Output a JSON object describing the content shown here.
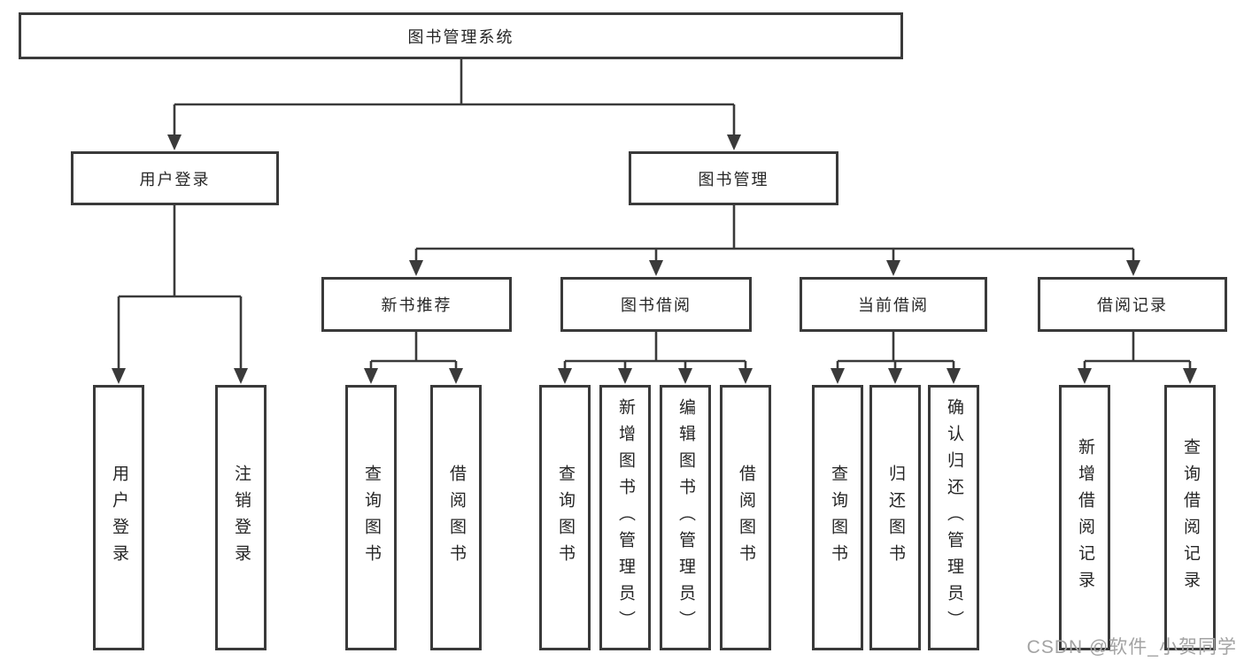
{
  "tree": {
    "root": {
      "label": "图书管理系统"
    },
    "branches": [
      {
        "label": "用户登录",
        "children": [
          {
            "label": "用户登录"
          },
          {
            "label": "注销登录"
          }
        ]
      },
      {
        "label": "图书管理",
        "groups": [
          {
            "label": "新书推荐",
            "children": [
              {
                "label": "查询图书"
              },
              {
                "label": "借阅图书"
              }
            ]
          },
          {
            "label": "图书借阅",
            "children": [
              {
                "label": "查询图书"
              },
              {
                "label": "新增图书（管理员）"
              },
              {
                "label": "编辑图书（管理员）"
              },
              {
                "label": "借阅图书"
              }
            ]
          },
          {
            "label": "当前借阅",
            "children": [
              {
                "label": "查询图书"
              },
              {
                "label": "归还图书"
              },
              {
                "label": "确认归还（管理员）"
              }
            ]
          },
          {
            "label": "借阅记录",
            "children": [
              {
                "label": "新增借阅记录"
              },
              {
                "label": "查询借阅记录"
              }
            ]
          }
        ]
      }
    ]
  },
  "watermark": "CSDN @软件_小贺同学",
  "colors": {
    "line": "#3a3a3a",
    "text": "#262626",
    "watermark": "#a3a3a3",
    "background": "#ffffff"
  }
}
